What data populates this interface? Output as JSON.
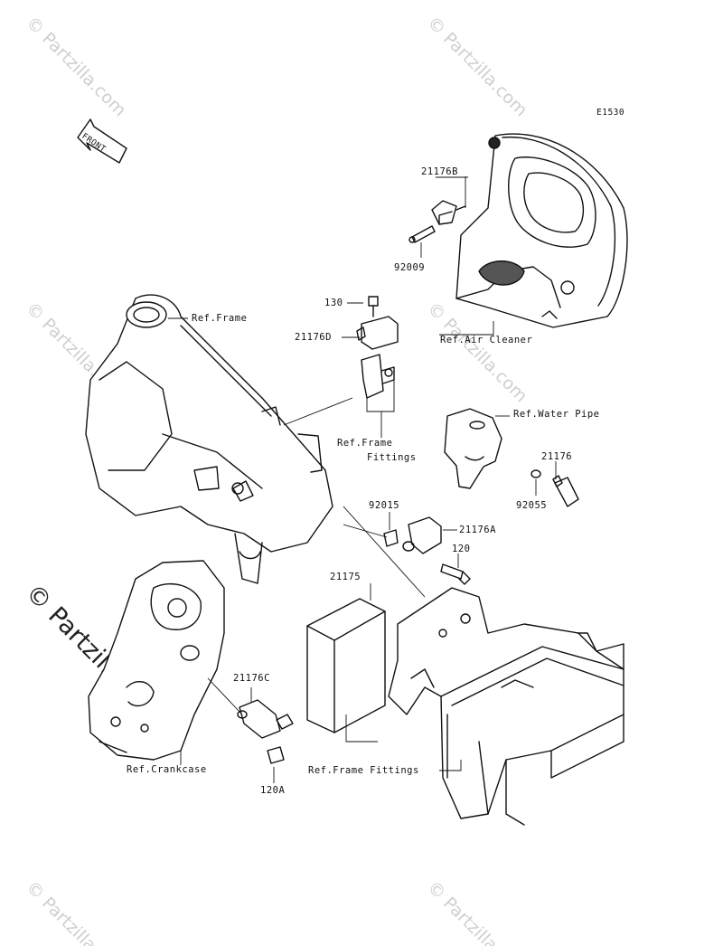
{
  "diagram_code": "E1530",
  "front_label": "FRONT",
  "watermark": "© Partzilla.com",
  "parts": {
    "p21176B": "21176B",
    "p92009": "92009",
    "p130": "130",
    "p21176D": "21176D",
    "p92015": "92015",
    "p21176A": "21176A",
    "p120": "120",
    "p21176": "21176",
    "p92055": "92055",
    "p21175": "21175",
    "p21176C": "21176C",
    "p120A": "120A"
  },
  "refs": {
    "frame": "Ref.Frame",
    "air_cleaner": "Ref.Air Cleaner",
    "water_pipe": "Ref.Water Pipe",
    "frame_fittings_line1": "Ref.Frame",
    "frame_fittings_line2": "Fittings",
    "crankcase": "Ref.Crankcase",
    "frame_fittings_bottom": "Ref.Frame Fittings"
  }
}
